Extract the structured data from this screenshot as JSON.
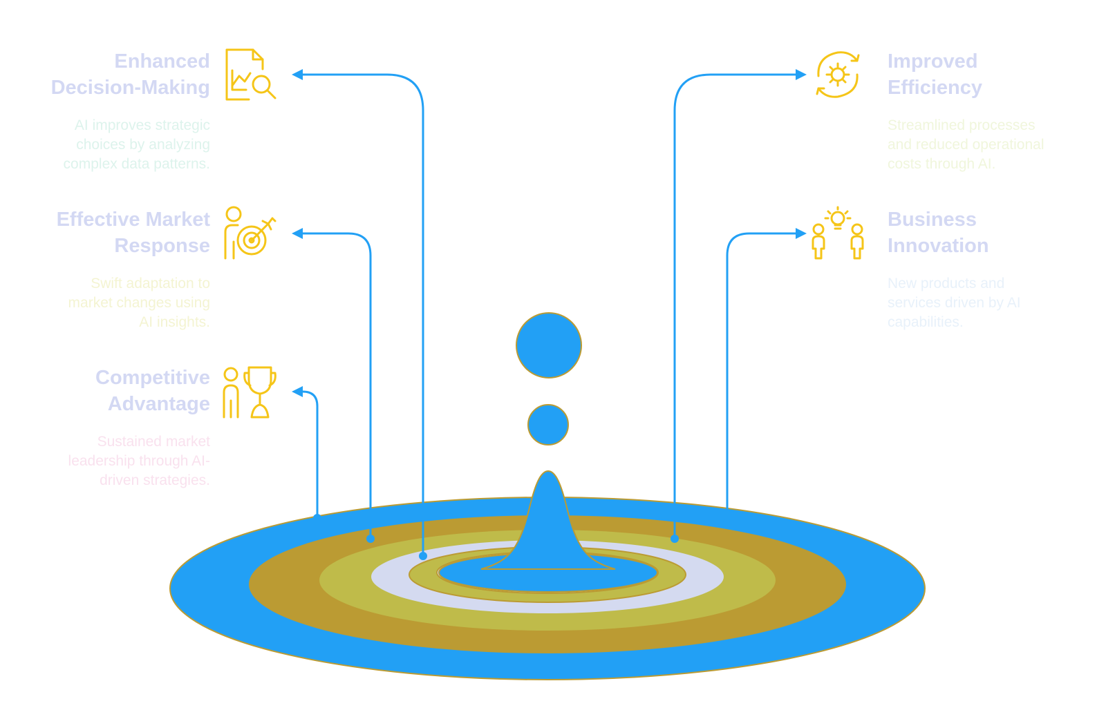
{
  "colors": {
    "accent_blue": "#22a0f5",
    "icon_gold": "#f5c518",
    "title_lavender": "#d3d8f3",
    "ring_olive": "#bfbb4a",
    "ring_bronze": "#bb9b33",
    "ring_pale": "#d4daf0"
  },
  "items": [
    {
      "key": "decision",
      "title_lines": [
        "Enhanced",
        "Decision-Making"
      ],
      "description_lines": [
        "AI improves strategic",
        "choices by analyzing",
        "complex data patterns."
      ],
      "icon": "chart-magnifier-icon",
      "desc_color": "#ddf3ec"
    },
    {
      "key": "market",
      "title_lines": [
        "Effective Market",
        "Response"
      ],
      "description_lines": [
        "Swift adaptation to",
        "market changes using",
        "AI insights."
      ],
      "icon": "target-person-icon",
      "desc_color": "#f4f4d2"
    },
    {
      "key": "competitive",
      "title_lines": [
        "Competitive",
        "Advantage"
      ],
      "description_lines": [
        "Sustained market",
        "leadership through AI-",
        "driven strategies."
      ],
      "icon": "trophy-person-icon",
      "desc_color": "#f9e1ee"
    },
    {
      "key": "efficiency",
      "title_lines": [
        "Improved",
        "Efficiency"
      ],
      "description_lines": [
        "Streamlined processes",
        "and reduced operational",
        "costs through AI."
      ],
      "icon": "gear-cycle-icon",
      "desc_color": "#f0f6dc"
    },
    {
      "key": "innovation",
      "title_lines": [
        "Business",
        "Innovation"
      ],
      "description_lines": [
        "New products and",
        "services driven by AI",
        "capabilities."
      ],
      "icon": "people-lightbulb-icon",
      "desc_color": "#e8f1fa"
    }
  ]
}
